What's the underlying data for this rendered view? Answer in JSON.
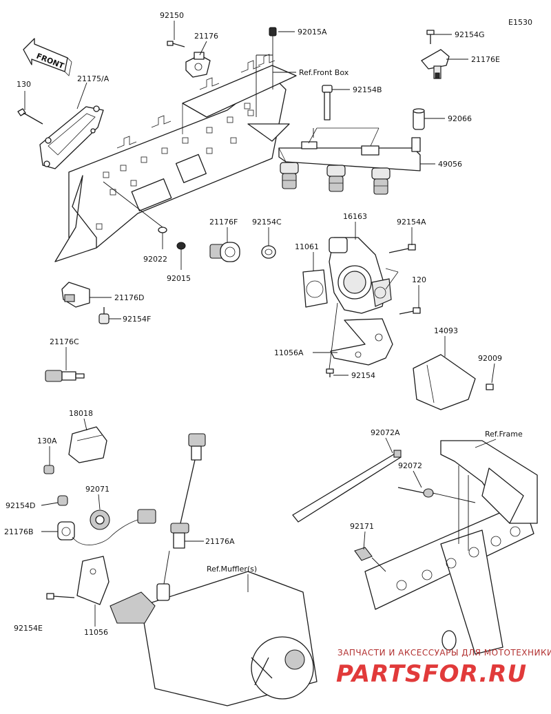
{
  "diagram_code": "E1530",
  "front_label": "FRONT",
  "labels": {
    "p130": "130",
    "p21175A": "21175/A",
    "p92150": "92150",
    "p21176": "21176",
    "p92015A": "92015A",
    "refFrontBox": "Ref.Front Box",
    "p92154G": "92154G",
    "p21176E": "21176E",
    "p92154B": "92154B",
    "p92066": "92066",
    "p49056": "49056",
    "p92022": "92022",
    "p92015": "92015",
    "p21176F": "21176F",
    "p92154C": "92154C",
    "p16163": "16163",
    "p92154A": "92154A",
    "p11061": "11061",
    "p120": "120",
    "p21176D": "21176D",
    "p92154F": "92154F",
    "p21176C": "21176C",
    "p14093": "14093",
    "p11056A": "11056A",
    "p92009": "92009",
    "p92154": "92154",
    "p18018": "18018",
    "p130A": "130A",
    "p92072A": "92072A",
    "refFrame": "Ref.Frame",
    "p92072": "92072",
    "p92071": "92071",
    "p92154D": "92154D",
    "p21176B": "21176B",
    "p21176A": "21176A",
    "p92171": "92171",
    "refMuffler": "Ref.Muffler(s)",
    "p92154E": "92154E",
    "p11056": "11056"
  },
  "watermark": {
    "line1": "ЗАПЧАСТИ И АКСЕССУАРЫ ДЛЯ МОТОТЕХНИКИ",
    "line2": "PARTSFOR.RU"
  }
}
